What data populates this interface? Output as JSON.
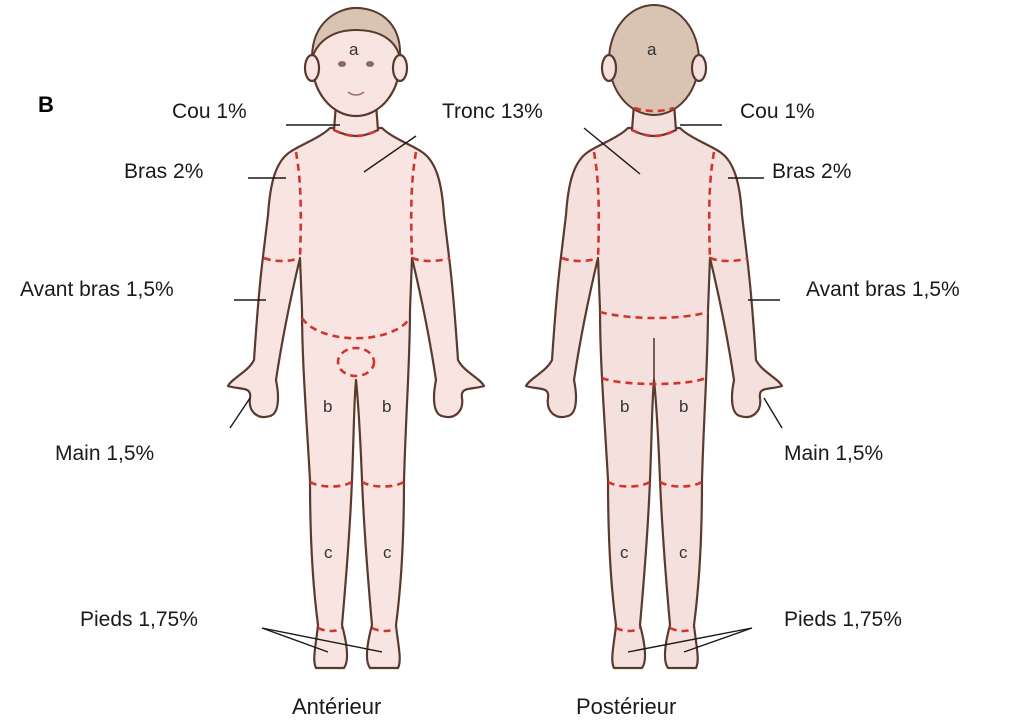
{
  "figure_letter": "B",
  "views": {
    "anterior": "Antérieur",
    "posterior": "Postérieur"
  },
  "labels": {
    "cou_left": "Cou 1%",
    "tronc": "Tronc 13%",
    "bras_left": "Bras 2%",
    "avant_bras_left": "Avant bras 1,5%",
    "main_left": "Main 1,5%",
    "pieds_left": "Pieds 1,75%",
    "cou_right": "Cou 1%",
    "bras_right": "Bras 2%",
    "avant_bras_right": "Avant bras 1,5%",
    "main_right": "Main 1,5%",
    "pieds_right": "Pieds 1,75%"
  },
  "zones": {
    "head": "a",
    "thigh": "b",
    "leg": "c"
  },
  "colors": {
    "skin": "#f8e4e1",
    "outline": "#5a3a2e",
    "cut_lines": "#d2342e"
  }
}
